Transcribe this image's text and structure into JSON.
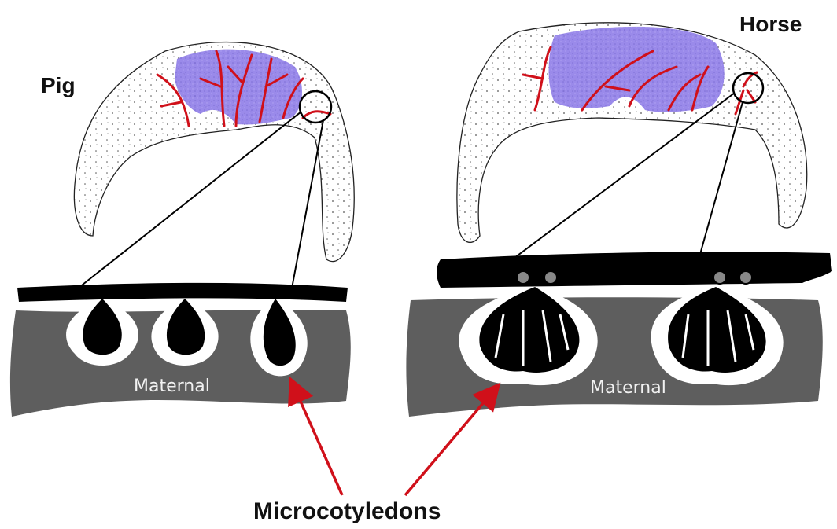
{
  "labels": {
    "pig": "Pig",
    "horse": "Horse",
    "pig_maternal": "Maternal",
    "horse_maternal": "Maternal",
    "microcotyledons": "Microcotyledons"
  },
  "colors": {
    "vessel": "#d0101a",
    "placental_area": "#8f7de8",
    "maternal_tissue": "#5e5e5e",
    "fetal_tissue": "#000000",
    "arrow": "#d0101a"
  }
}
